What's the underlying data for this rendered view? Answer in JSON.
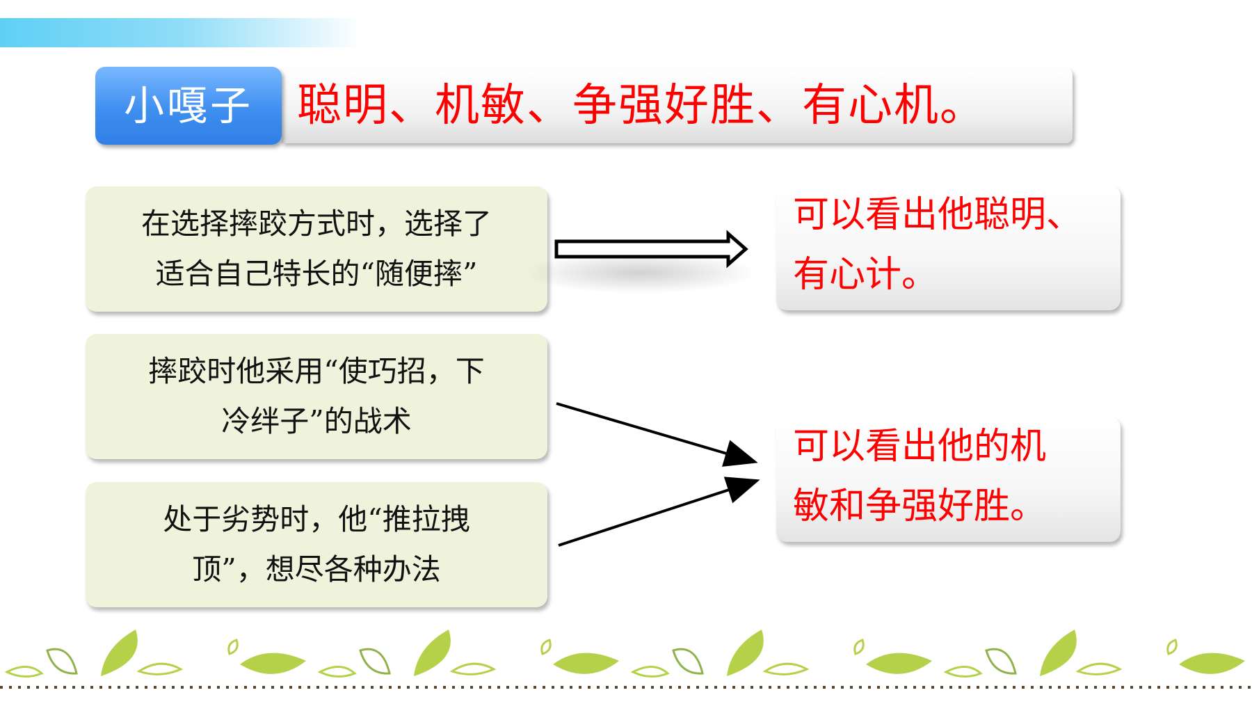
{
  "header": {
    "subject": "小嘎子",
    "traits": "聪明、机敏、争强好胜、有心机。"
  },
  "events": [
    {
      "line1": "在选择摔跤方式时，选择了",
      "line2": "适合自己特长的“随便摔”"
    },
    {
      "line1": "摔跤时他采用“使巧招，下",
      "line2": "冷绊子”的战术"
    },
    {
      "line1": "处于劣势时，他“推拉拽",
      "line2": "顶”，想尽各种办法"
    }
  ],
  "results": [
    {
      "line1": "可以看出他聪明、",
      "line2": "有心计。"
    },
    {
      "line1": "可以看出他的机",
      "line2": "敏和争强好胜。"
    }
  ],
  "colors": {
    "accent_red": "#ff0000",
    "label_blue": "#3f8ff0",
    "event_bg": "#f0f3dc",
    "leaf_green": "#b5d14a",
    "top_bar_blue": "#5fd0f5"
  }
}
